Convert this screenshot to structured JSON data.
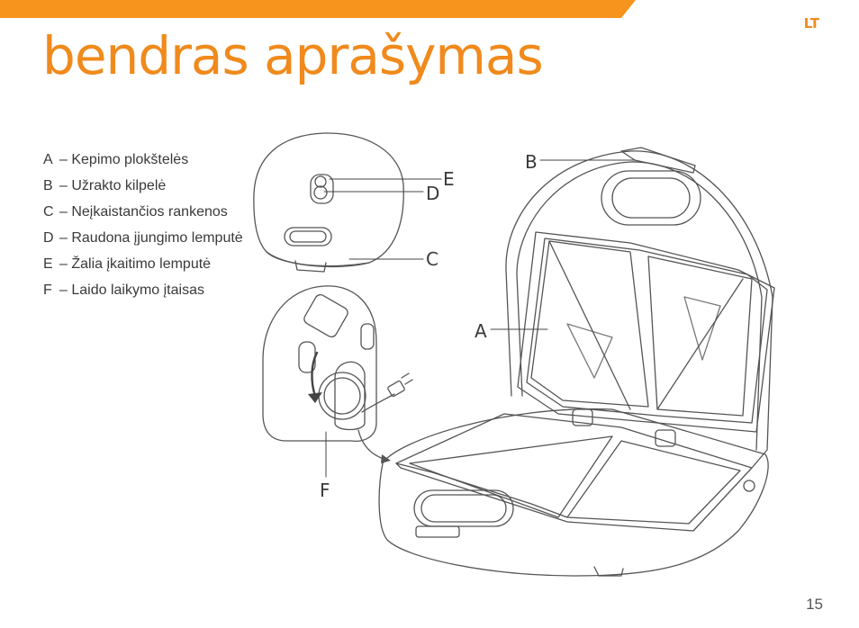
{
  "header": {
    "language_code": "LT",
    "accent_color": "#f08a1c",
    "title": "bendras aprašymas"
  },
  "legend": {
    "items": [
      {
        "letter": "A",
        "text": "– Kepimo plokštelės"
      },
      {
        "letter": "B",
        "text": "– Užrakto kilpelė"
      },
      {
        "letter": "C",
        "text": "– Neįkaistančios rankenos"
      },
      {
        "letter": "D",
        "text": "– Raudona įjungimo lemputė"
      },
      {
        "letter": "E",
        "text": "– Žalia įkaitimo lemputė"
      },
      {
        "letter": "F",
        "text": "– Laido laikymo įtaisas"
      }
    ]
  },
  "diagram": {
    "callouts": {
      "a": "A",
      "b": "B",
      "c": "C",
      "d": "D",
      "e": "E",
      "f": "F"
    }
  },
  "footer": {
    "page_number": "15"
  }
}
